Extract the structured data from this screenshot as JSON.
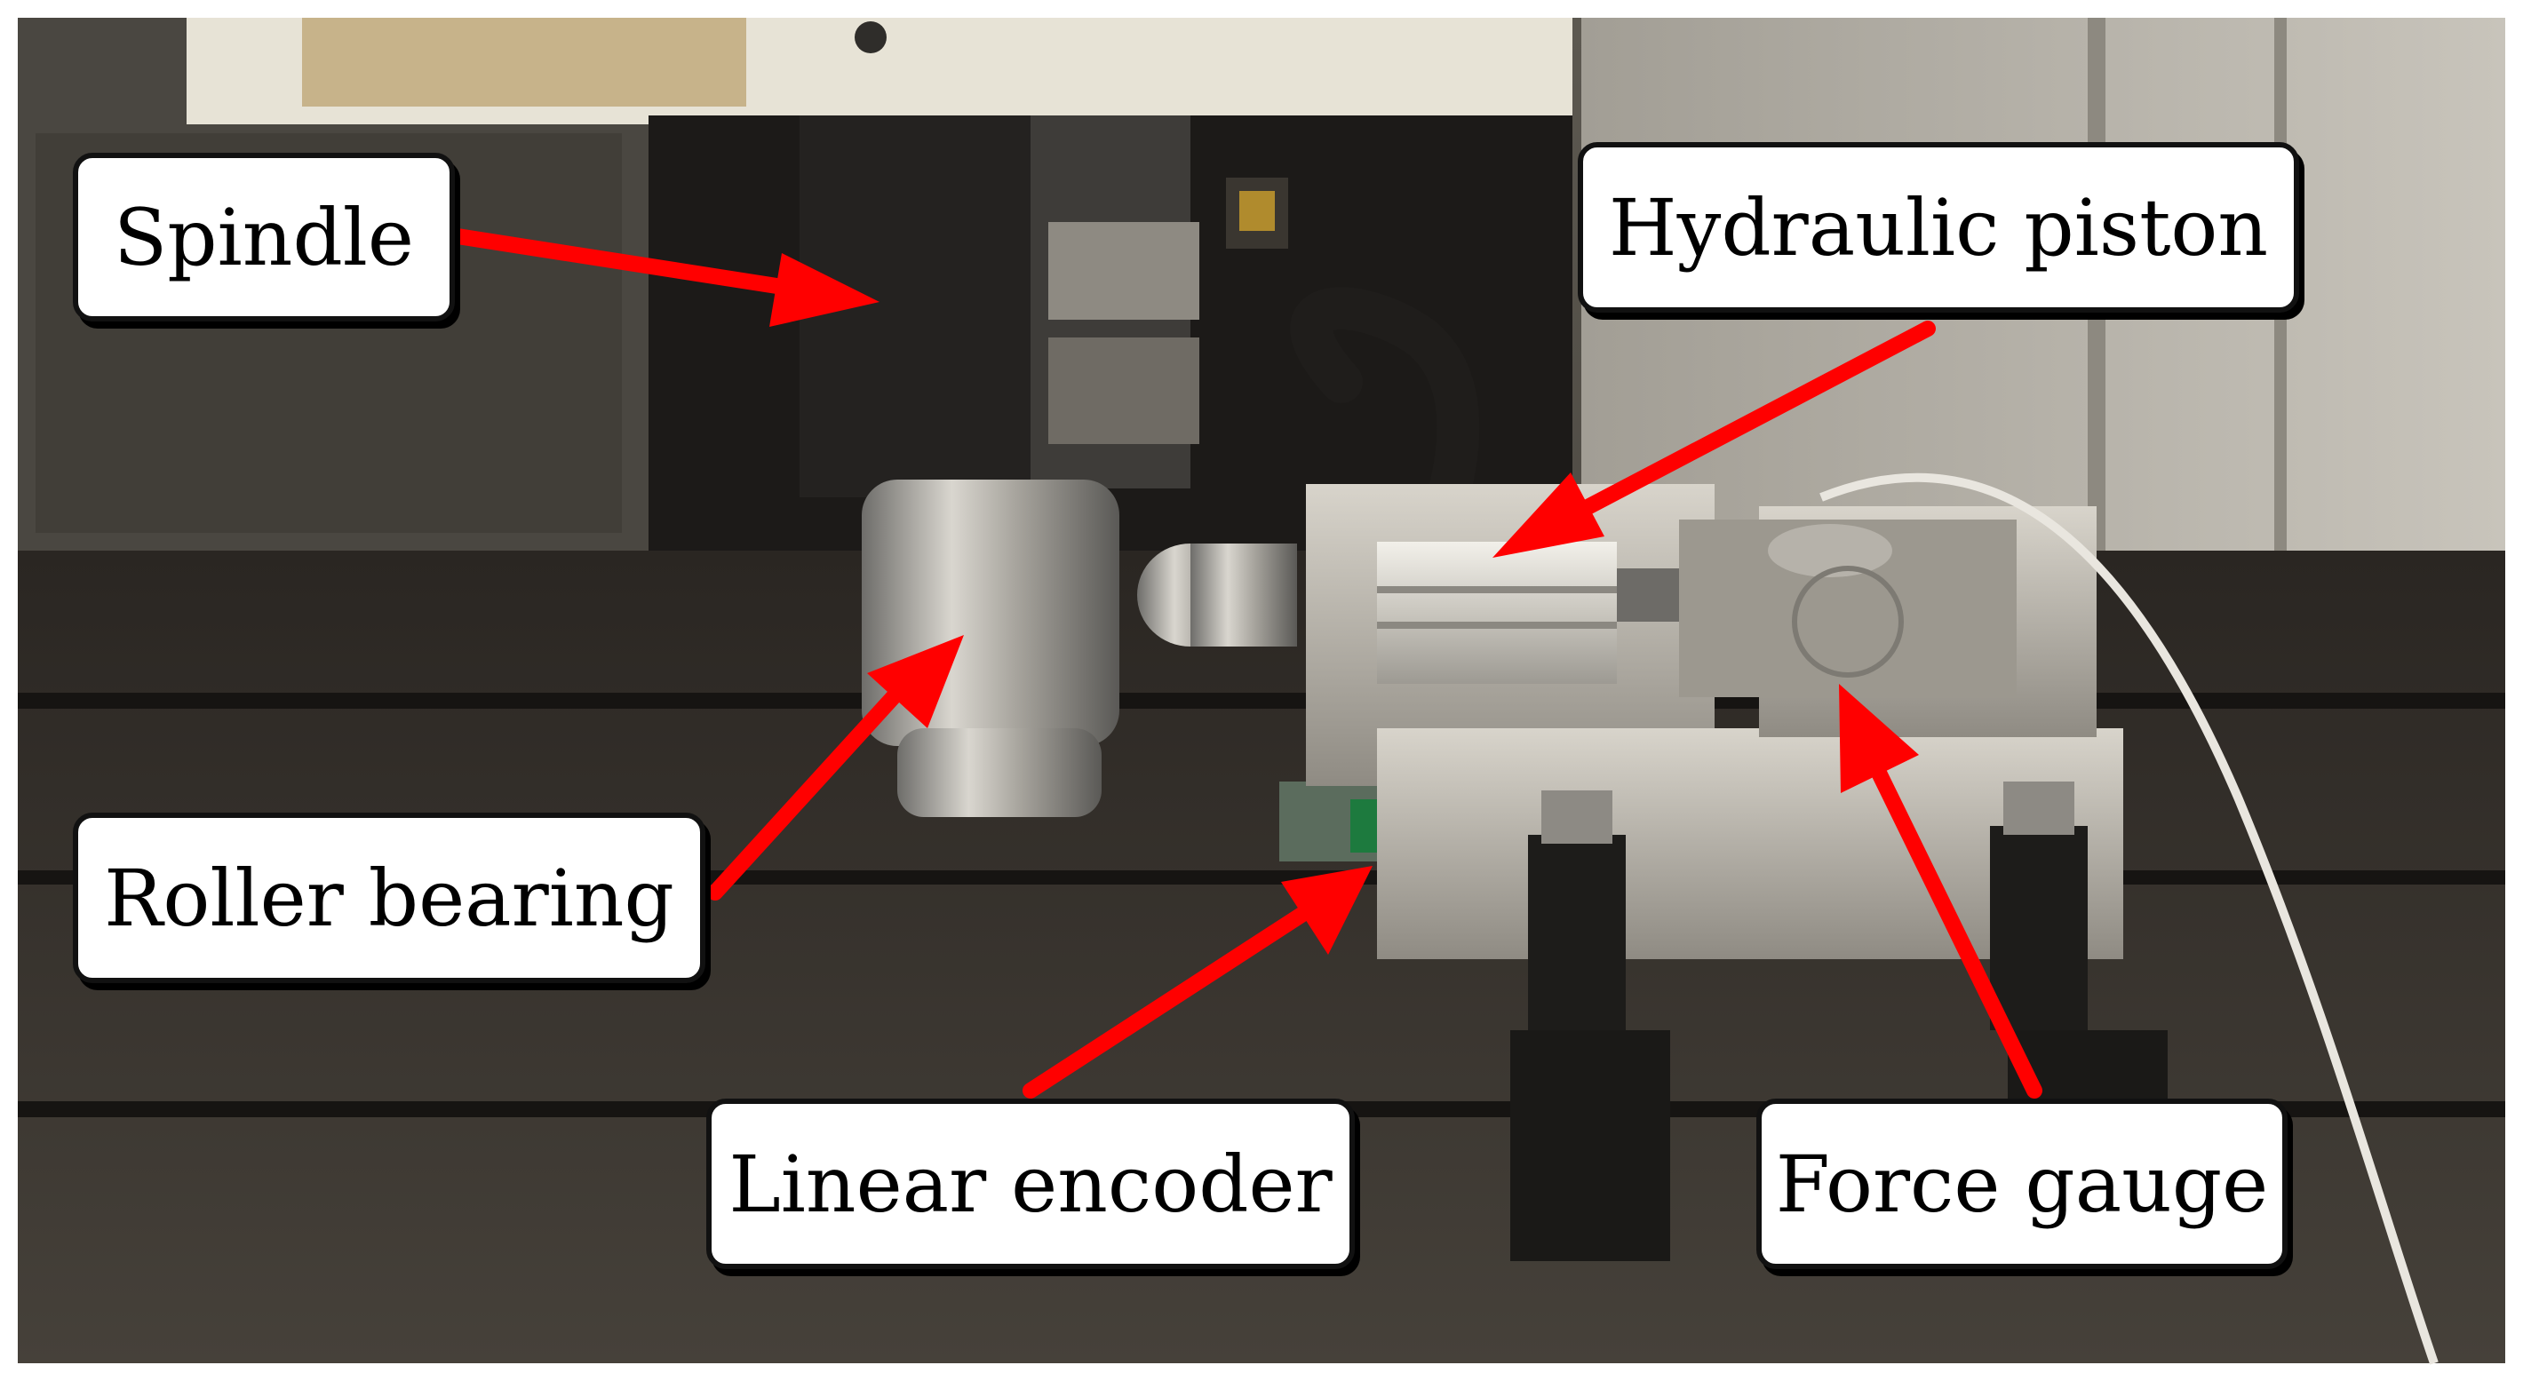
{
  "figure": {
    "labels": {
      "spindle": "Spindle",
      "hydraulic_piston": "Hydraulic piston",
      "roller_bearing": "Roller bearing",
      "linear_encoder": "Linear encoder",
      "force_gauge": "Force gauge"
    },
    "colors": {
      "arrow": "#ff0000",
      "callout_border": "#111111",
      "callout_fill": "#ffffff",
      "text": "#000000"
    }
  }
}
